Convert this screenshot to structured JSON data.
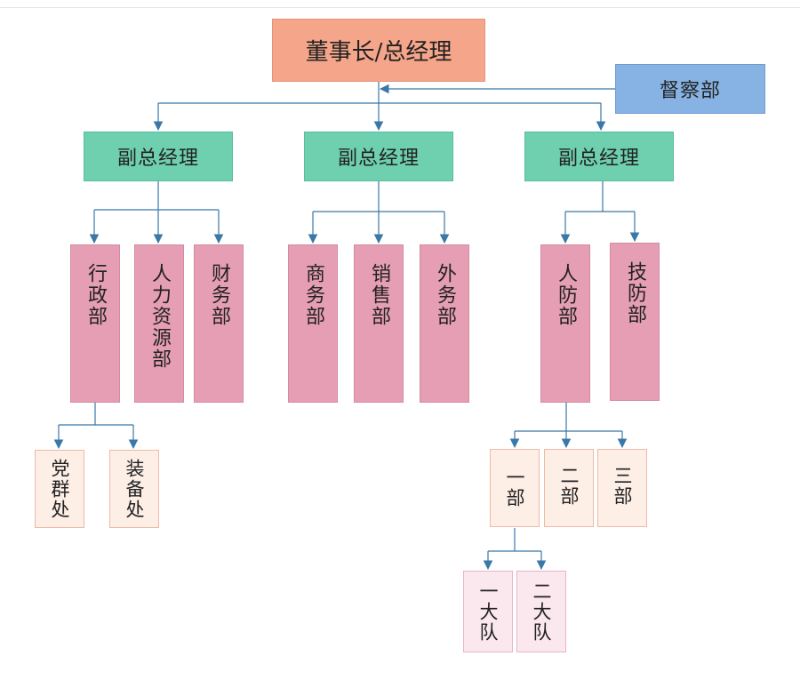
{
  "org": {
    "top": "董事长/总经理",
    "supervision": "督察部",
    "vps": [
      "副总经理",
      "副总经理",
      "副总经理"
    ],
    "depts": [
      "行政部",
      "人力资源部",
      "财务部",
      "商务部",
      "销售部",
      "外务部",
      "人防部",
      "技防部"
    ],
    "admin_units": [
      "党群处",
      "装备处"
    ],
    "civil_units": [
      "一部",
      "二部",
      "三部"
    ],
    "teams": [
      "一大队",
      "二大队"
    ]
  },
  "colors": {
    "top": "#f4a58a",
    "supervision": "#86b3e3",
    "vp": "#6ed0ae",
    "dept": "#e59eb3",
    "unit": "#fdeee6",
    "team": "#fbe7ee",
    "connector": "#3a78a8"
  }
}
